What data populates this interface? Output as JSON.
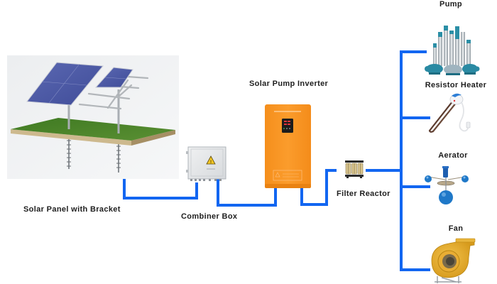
{
  "diagram": {
    "title": "Solar pumping system wiring",
    "components": {
      "solar_panel": {
        "label": "Solar Panel with Bracket"
      },
      "combiner_box": {
        "label": "Combiner Box"
      },
      "inverter": {
        "label": "Solar Pump Inverter"
      },
      "filter_reactor": {
        "label": "Filter Reactor"
      },
      "pump": {
        "label": "Pump"
      },
      "heater": {
        "label": "Resistor Heater"
      },
      "aerator": {
        "label": "Aerator"
      },
      "fan": {
        "label": "Fan"
      }
    },
    "connections": [
      {
        "from": "Solar Panel with Bracket",
        "to": "Combiner Box"
      },
      {
        "from": "Combiner Box",
        "to": "Solar Pump Inverter"
      },
      {
        "from": "Solar Pump Inverter",
        "to": "Filter Reactor"
      },
      {
        "from": "Filter Reactor",
        "to": "Pump"
      },
      {
        "from": "Filter Reactor",
        "to": "Resistor Heater"
      },
      {
        "from": "Filter Reactor",
        "to": "Aerator"
      },
      {
        "from": "Filter Reactor",
        "to": "Fan"
      }
    ],
    "colors": {
      "wire": "#1266f1",
      "inverter_body": "#f7941d",
      "label_text": "#1e1e1e"
    }
  }
}
